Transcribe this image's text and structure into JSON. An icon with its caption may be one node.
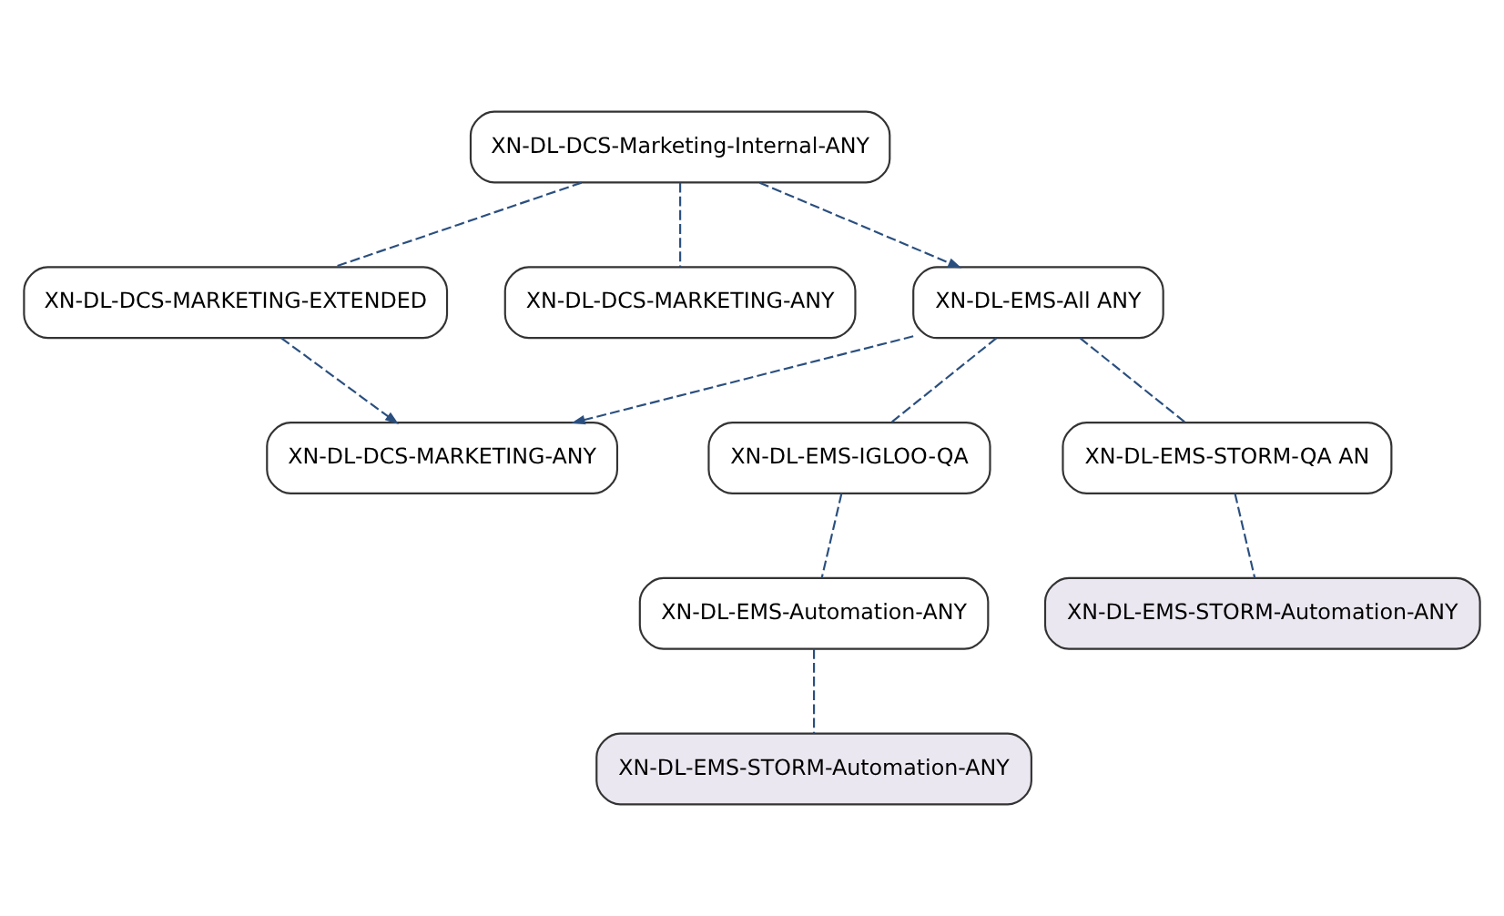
{
  "diagram": {
    "nodes": [
      {
        "text": [
          "XN-DL-DCS-Marketing-Internal-ANY"
        ]
      },
      {
        "text": [
          "XN-DL-DCS-MARKETING-EXTENDED"
        ]
      },
      {
        "text": [
          "XN-DL-DCS-MARKETING-ANY"
        ]
      },
      {
        "text": [
          "XN-DL-EMS-All ANY"
        ]
      },
      {
        "text": [
          "XN-DL-DCS-MARKETING-ANY"
        ]
      },
      {
        "text": [
          "XN-DL-EMS-IGLOO-QA"
        ]
      },
      {
        "text": [
          "XN-DL-EMS-STORM-QA AN"
        ]
      },
      {
        "text": [
          "XN-DL-EMS-Automation-ANY"
        ]
      },
      {
        "text": [
          "XN-DL-EMS-STORM-Automation-ANY"
        ]
      },
      {
        "text": [
          "XN-DL-EMS-STORM-Automation-ANY"
        ]
      }
    ],
    "edges": [
      {
        "from": 0,
        "to": 1,
        "arrow": "none",
        "style": "dashed"
      },
      {
        "from": 0,
        "to": 2,
        "arrow": "none",
        "style": "dashed"
      },
      {
        "from": 0,
        "to": 3,
        "arrow": "to",
        "style": "dashed"
      },
      {
        "from": 1,
        "to": 4,
        "arrow": "to",
        "style": "dashed"
      },
      {
        "from": 3,
        "to": 4,
        "arrow": "to",
        "style": "dashed"
      },
      {
        "from": 3,
        "to": 5,
        "arrow": "none",
        "style": "dashed"
      },
      {
        "from": 3,
        "to": 6,
        "arrow": "none",
        "style": "dashed"
      },
      {
        "from": 5,
        "to": 7,
        "arrow": "none",
        "style": "dashed"
      },
      {
        "from": 7,
        "to": 8,
        "arrow": "none",
        "style": "dashed"
      },
      {
        "from": 6,
        "to": 9,
        "arrow": "none",
        "style": "dashed"
      }
    ]
  }
}
